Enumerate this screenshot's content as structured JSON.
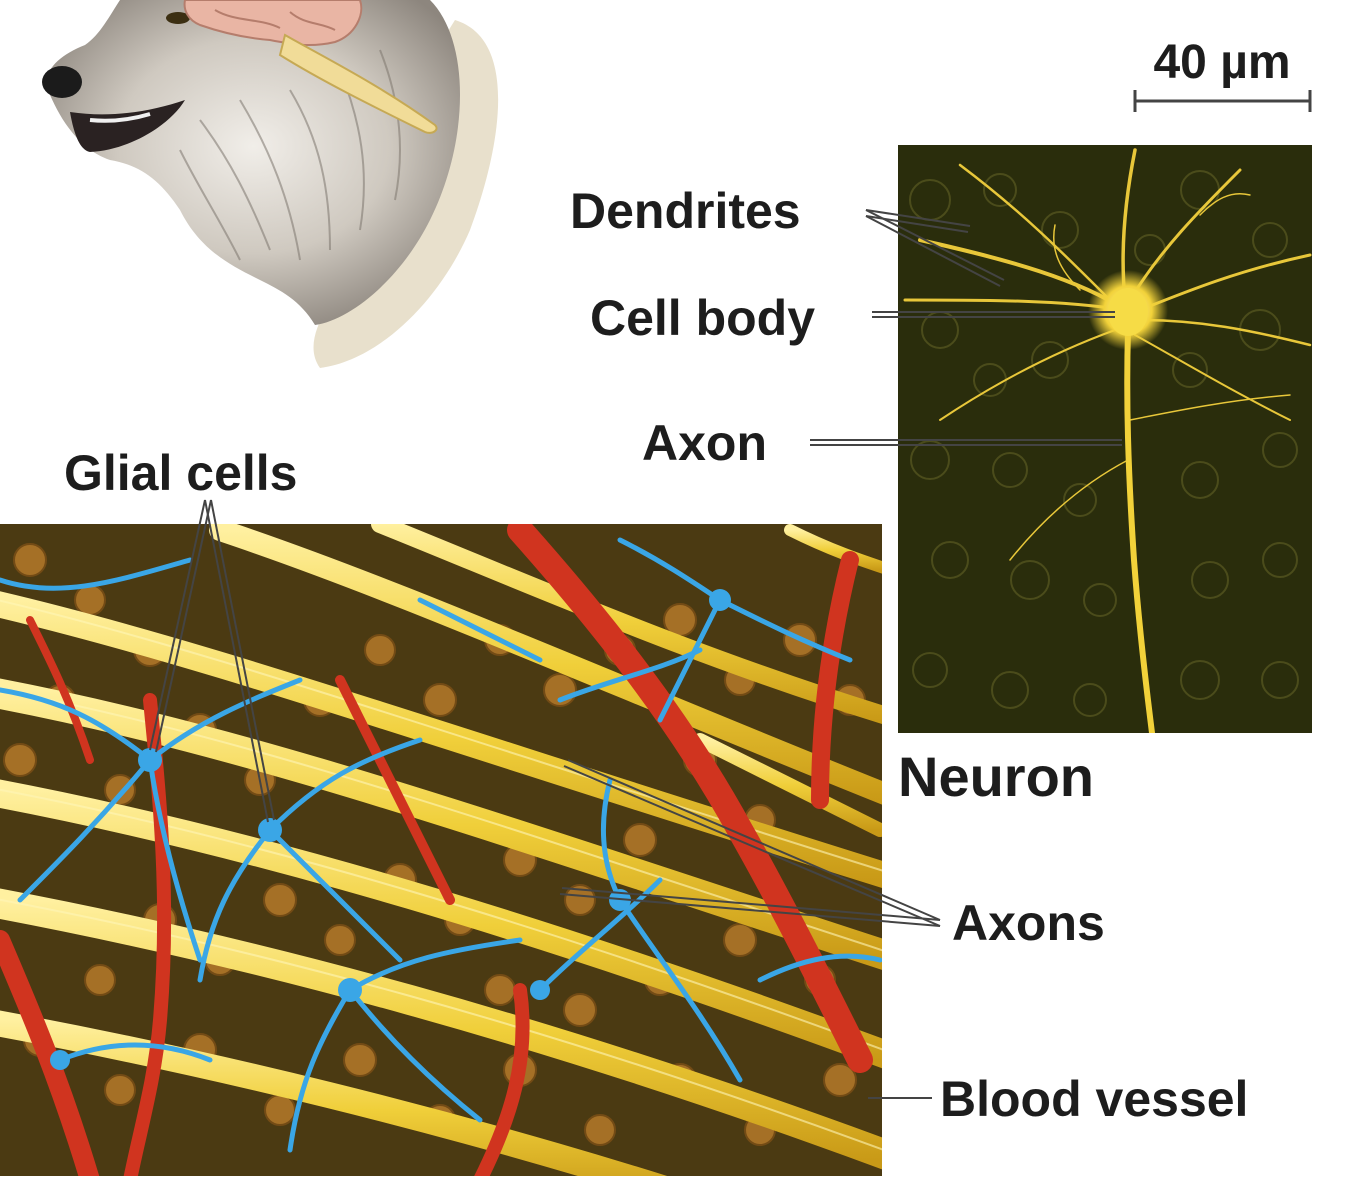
{
  "figure": {
    "labels": {
      "scale_bar": "40 µm",
      "dendrites": "Dendrites",
      "cell_body": "Cell body",
      "axon": "Axon",
      "neuron": "Neuron",
      "glial_cells": "Glial cells",
      "axons": "Axons",
      "blood_vessel": "Blood vessel"
    }
  },
  "colors": {
    "label_text": "#1d1d1d",
    "leader_line": "#444444",
    "neuron_background": "#2a2d0c",
    "neuron_stain": "#f2d23a",
    "tissue_background": "#4b3a12",
    "axon_bundle": "#f0cf3a",
    "glial_cell": "#3aa6e6",
    "blood_vessel": "#d0341f",
    "nuclei": "#b57a2a"
  }
}
